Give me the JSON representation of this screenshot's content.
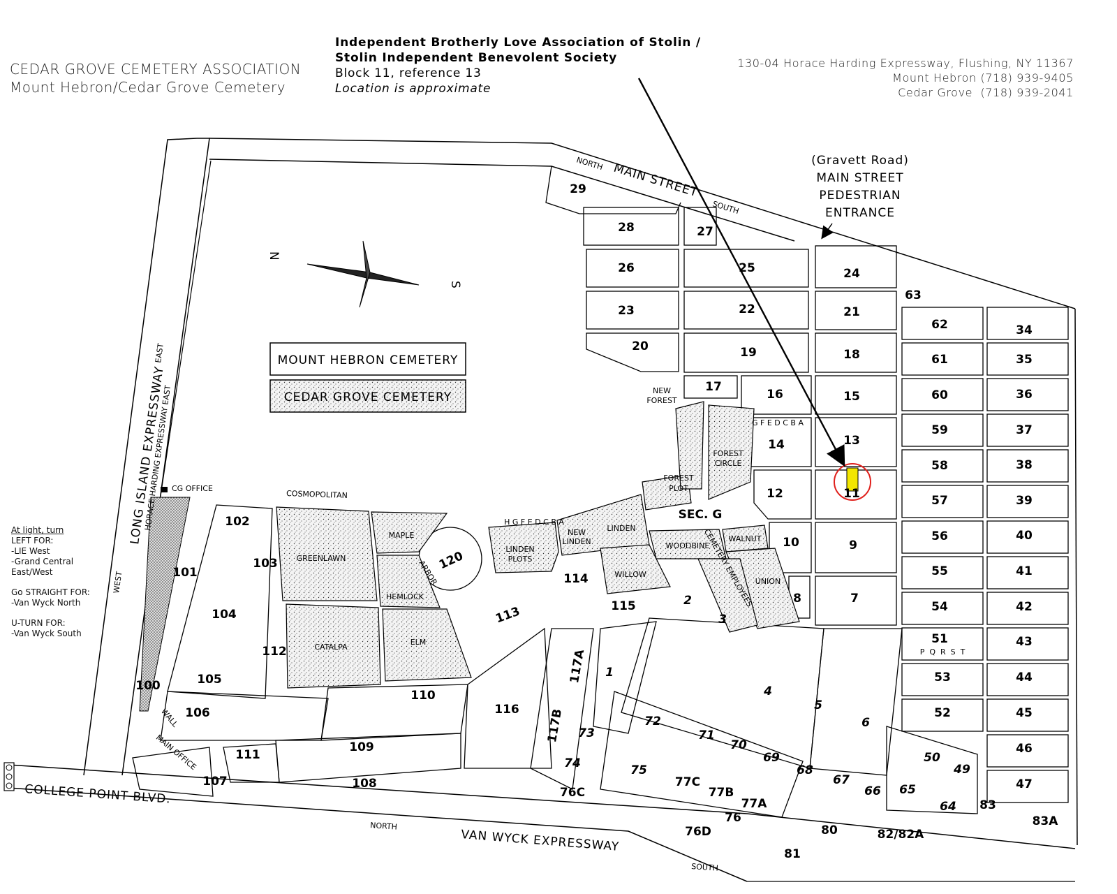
{
  "header": {
    "association_line1": "CEDAR GROVE CEMETERY ASSOCIATION",
    "association_line2": "Mount Hebron/Cedar Grove Cemetery",
    "burial_title_line1": "Independent Brotherly Love Association of Stolin /",
    "burial_title_line2": "Stolin Independent Benevolent Society",
    "burial_block": "Block 11, reference 13",
    "burial_note": "Location is approximate",
    "address_line1": "130-04 Horace Harding Expressway, Flushing, NY 11367",
    "address_line2": "Mount Hebron (718) 939-9405",
    "address_line3": "Cedar Grove  (718) 939-2041"
  },
  "directions": {
    "heading": "At light, turn",
    "left_for": "LEFT FOR:",
    "left_1": "-LIE West",
    "left_2": "-Grand Central",
    "left_3": "East/West",
    "straight_for": "Go STRAIGHT FOR:",
    "straight_1": "-Van Wyck North",
    "uturn_for": "U-TURN FOR:",
    "uturn_1": "-Van Wyck South"
  },
  "legend": {
    "mount_hebron": "MOUNT HEBRON CEMETERY",
    "cedar_grove": "CEDAR GROVE CEMETERY"
  },
  "compass": {
    "north": "N",
    "south": "S"
  },
  "roads": {
    "main_street": "MAIN STREET",
    "main_north": "NORTH",
    "main_south": "SOUTH",
    "gravett": "(Gravett Road)",
    "entrance_1": "MAIN STREET",
    "entrance_2": "PEDESTRIAN",
    "entrance_3": "ENTRANCE",
    "lie": "LONG ISLAND EXPRESSWAY",
    "lie_west": "WEST",
    "lie_east": "EAST",
    "hhe": "HORACE HARDING EXPRESSWAY EAST",
    "college_point": "COLLEGE POINT BLVD.",
    "van_wyck": "VAN WYCK EXPRESSWAY",
    "vw_north": "NORTH",
    "vw_south": "SOUTH",
    "cosmopolitan": "COSMOPOLITAN",
    "cg_office": "CG OFFICE",
    "main_office": "MAIN OFFICE",
    "wall": "WALL"
  },
  "highlight": {
    "block": "11",
    "color": "#f2e600",
    "circle_color": "#e0201c"
  },
  "section_labels": {
    "new_forest_1": "NEW",
    "new_forest_2": "FOREST",
    "forest_circle_1": "FOREST",
    "forest_circle_2": "CIRCLE",
    "forest_plot_1": "FOREST",
    "forest_plot_2": "PLOT",
    "sec_g": "SEC. G",
    "new_linden_1": "NEW",
    "new_linden_2": "LINDEN",
    "linden": "LINDEN",
    "linden_plots_1": "LINDEN",
    "linden_plots_2": "PLOTS",
    "woodbine": "WOODBINE",
    "walnut": "WALNUT",
    "willow": "WILLOW",
    "union": "UNION",
    "cemetery_employees": "CEMETERY EMPLOYEES",
    "greenlawn": "GREENLAWN",
    "maple": "MAPLE",
    "arbor": "ARBOR",
    "hemlock": "HEMLOCK",
    "catalpa": "CATALPA",
    "elm": "ELM",
    "letters_14": "G F E D C B A",
    "letters_linden": "H G F E D C B A",
    "letters_51": "P  Q  R  S  T"
  },
  "blocks": [
    "29",
    "28",
    "27",
    "26",
    "25",
    "24",
    "23",
    "22",
    "21",
    "20",
    "19",
    "18",
    "17",
    "16",
    "15",
    "14",
    "13",
    "12",
    "11",
    "10",
    "9",
    "8",
    "7",
    "63",
    "62",
    "61",
    "60",
    "59",
    "58",
    "57",
    "56",
    "55",
    "54",
    "51",
    "53",
    "52",
    "34",
    "35",
    "36",
    "37",
    "38",
    "39",
    "40",
    "41",
    "42",
    "43",
    "44",
    "45",
    "46",
    "47",
    "120",
    "114",
    "115",
    "113",
    "102",
    "103",
    "104",
    "101",
    "112",
    "105",
    "100",
    "106",
    "110",
    "116",
    "117A",
    "117B",
    "1",
    "2",
    "3",
    "4",
    "5",
    "6",
    "72",
    "71",
    "70",
    "69",
    "68",
    "67",
    "66",
    "65",
    "64",
    "83",
    "83A",
    "73",
    "74",
    "75",
    "77C",
    "77B",
    "77A",
    "76",
    "76C",
    "76D",
    "80",
    "81",
    "82/82A",
    "108",
    "109",
    "111",
    "107",
    "50",
    "49"
  ]
}
